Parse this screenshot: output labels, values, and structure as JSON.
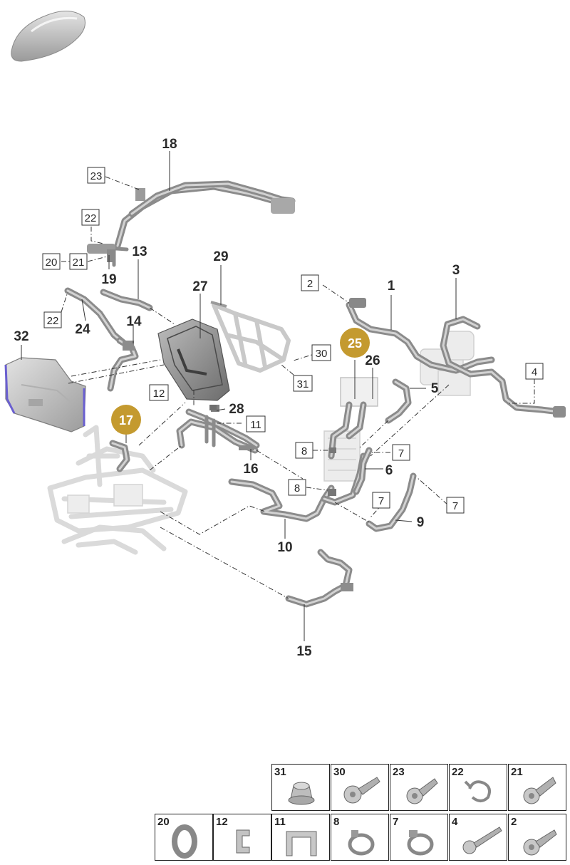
{
  "callouts": {
    "c1": "1",
    "c3": "3",
    "c5": "5",
    "c6": "6",
    "c9": "9",
    "c10": "10",
    "c13": "13",
    "c14": "14",
    "c15": "15",
    "c16": "16",
    "c18": "18",
    "c19": "19",
    "c24": "24",
    "c26": "26",
    "c27": "27",
    "c28": "28",
    "c29": "29",
    "c32": "32"
  },
  "boxed_labels": {
    "b2": "2",
    "b4": "4",
    "b7a": "7",
    "b7b": "7",
    "b7c": "7",
    "b8a": "8",
    "b8b": "8",
    "b11": "11",
    "b12": "12",
    "b20": "20",
    "b21": "21",
    "b22a": "22",
    "b22b": "22",
    "b23": "23",
    "b30": "30",
    "b31": "31"
  },
  "badges": {
    "k17": "17",
    "k25": "25"
  },
  "colors": {
    "badge": "#c49a2f",
    "hose": "#8b8b8b",
    "ghost": "#d6d6d6",
    "accent_blue": "#6a5fd0"
  },
  "parts_table": {
    "row1": [
      {
        "number": "31",
        "icon": "flange-nut-icon"
      },
      {
        "number": "30",
        "icon": "torx-bolt-icon"
      },
      {
        "number": "23",
        "icon": "torx-bolt-icon"
      },
      {
        "number": "22",
        "icon": "hose-clip-icon"
      },
      {
        "number": "21",
        "icon": "torx-bolt-icon"
      }
    ],
    "row2": [
      {
        "number": "20",
        "icon": "o-ring-icon"
      },
      {
        "number": "12",
        "icon": "retaining-clip-icon"
      },
      {
        "number": "11",
        "icon": "bracket-clip-icon"
      },
      {
        "number": "8",
        "icon": "hose-clamp-icon"
      },
      {
        "number": "7",
        "icon": "hose-clamp-icon"
      },
      {
        "number": "4",
        "icon": "long-bolt-icon"
      },
      {
        "number": "2",
        "icon": "torx-bolt-icon"
      }
    ]
  }
}
